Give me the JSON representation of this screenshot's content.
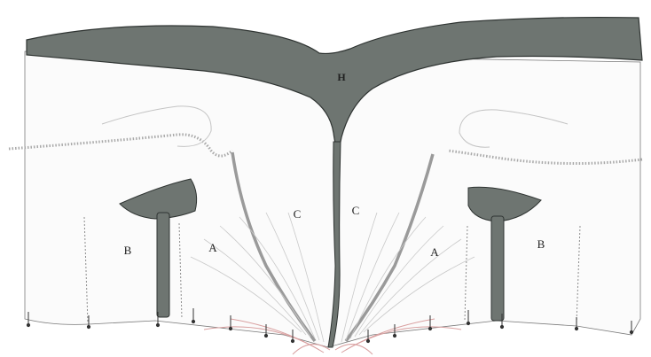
{
  "labels": {
    "H": "H",
    "C_left": "C",
    "C_right": "C",
    "A_left": "A",
    "A_right": "A",
    "B_left": "B",
    "B_right": "B"
  },
  "colors": {
    "dark_sclerite": "#6e7571",
    "outline": "#2f3432",
    "sheet": "#fbfbfb",
    "stipple": "#a9a9a9",
    "setae": "#d9a0a0"
  }
}
